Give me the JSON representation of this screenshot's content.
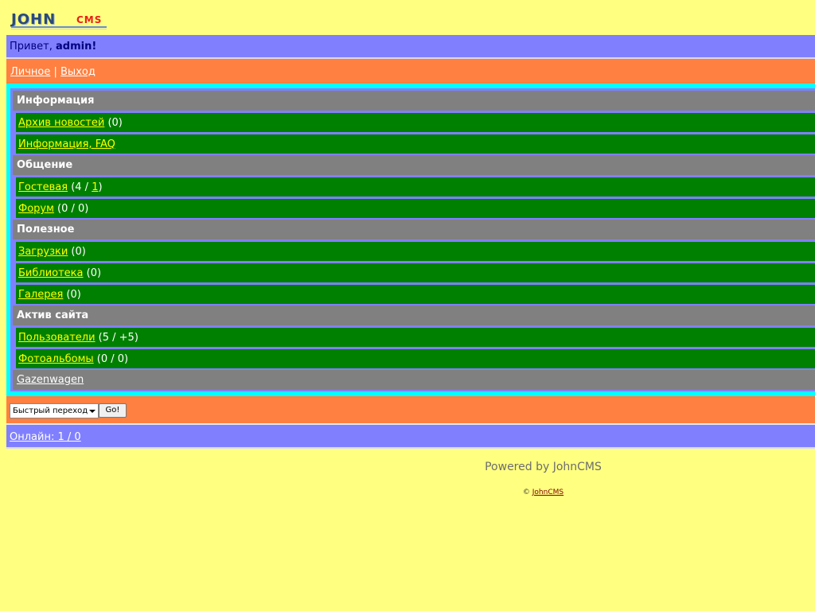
{
  "logo": {
    "part1": "JOHN",
    "part2": "CMS"
  },
  "greeting": {
    "prefix": "Привет, ",
    "user": "admin!"
  },
  "nav": {
    "personal": "Личное",
    "separator": " | ",
    "logout": "Выход"
  },
  "menu": {
    "sections": [
      {
        "title": "Информация"
      },
      {
        "title": "Общение"
      },
      {
        "title": "Полезное"
      },
      {
        "title": "Актив сайта"
      }
    ],
    "items": [
      {
        "label": "Архив новостей",
        "count": " (0)"
      },
      {
        "label": "Информация, FAQ",
        "count": ""
      },
      {
        "label": "Гостевая",
        "count_pre": " (4 / ",
        "count_link": "1",
        "count_post": ")"
      },
      {
        "label": "Форум",
        "count": " (0 / 0)"
      },
      {
        "label": "Загрузки",
        "count": " (0)"
      },
      {
        "label": "Библиотека",
        "count": " (0)"
      },
      {
        "label": "Галерея",
        "count": " (0)"
      },
      {
        "label": "Пользователи",
        "count": " (5 / +5)"
      },
      {
        "label": "Фотоальбомы",
        "count": " (0 / 0)"
      }
    ],
    "footer_link": "Gazenwagen"
  },
  "quick": {
    "select_value": "Быстрый переход",
    "go_label": "Go!"
  },
  "online": {
    "label": "Онлайн: 1 / 0"
  },
  "footer": {
    "powered": "Powered by JohnCMS",
    "copy_symbol": "© ",
    "copy_link": "JohnCMS"
  },
  "colors": {
    "page_bg": "#FFFF80",
    "phdr": "#8080FF",
    "nav": "#FF8040",
    "border": "#00FFFF",
    "section": "#808080",
    "row": "#008000",
    "link": "#FFFF00"
  }
}
